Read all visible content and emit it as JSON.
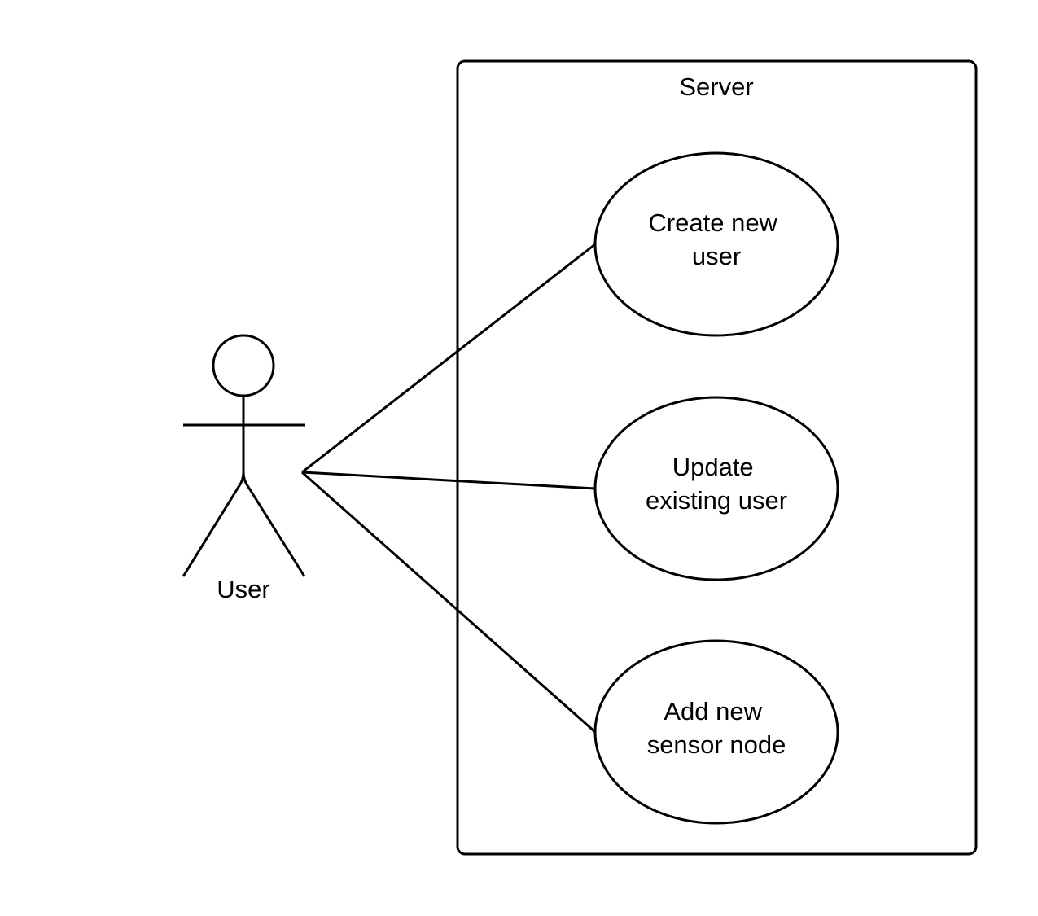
{
  "system": {
    "title": "Server"
  },
  "actor": {
    "name": "User"
  },
  "use_cases": [
    {
      "line1": "Create new",
      "line2": "user"
    },
    {
      "line1": "Update",
      "line2": "existing user"
    },
    {
      "line1": "Add new",
      "line2": "sensor node"
    }
  ]
}
